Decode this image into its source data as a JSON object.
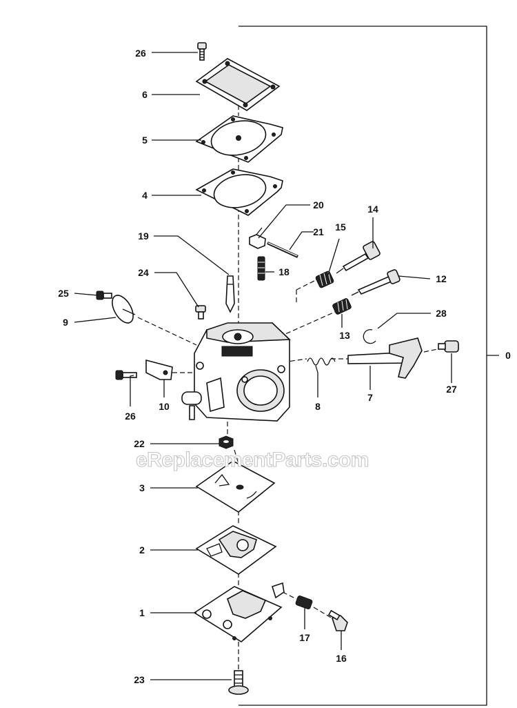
{
  "watermark": "eReplacementParts.com",
  "callouts": {
    "c0": "0",
    "c1": "1",
    "c2": "2",
    "c3": "3",
    "c4": "4",
    "c5": "5",
    "c6": "6",
    "c7": "7",
    "c8": "8",
    "c9": "9",
    "c10": "10",
    "c12": "12",
    "c13": "13",
    "c14": "14",
    "c15": "15",
    "c16": "16",
    "c17": "17",
    "c18": "18",
    "c19": "19",
    "c20": "20",
    "c21": "21",
    "c22": "22",
    "c23": "23",
    "c24": "24",
    "c25": "25",
    "c26_top": "26",
    "c26_left": "26",
    "c27": "27",
    "c28": "28"
  }
}
